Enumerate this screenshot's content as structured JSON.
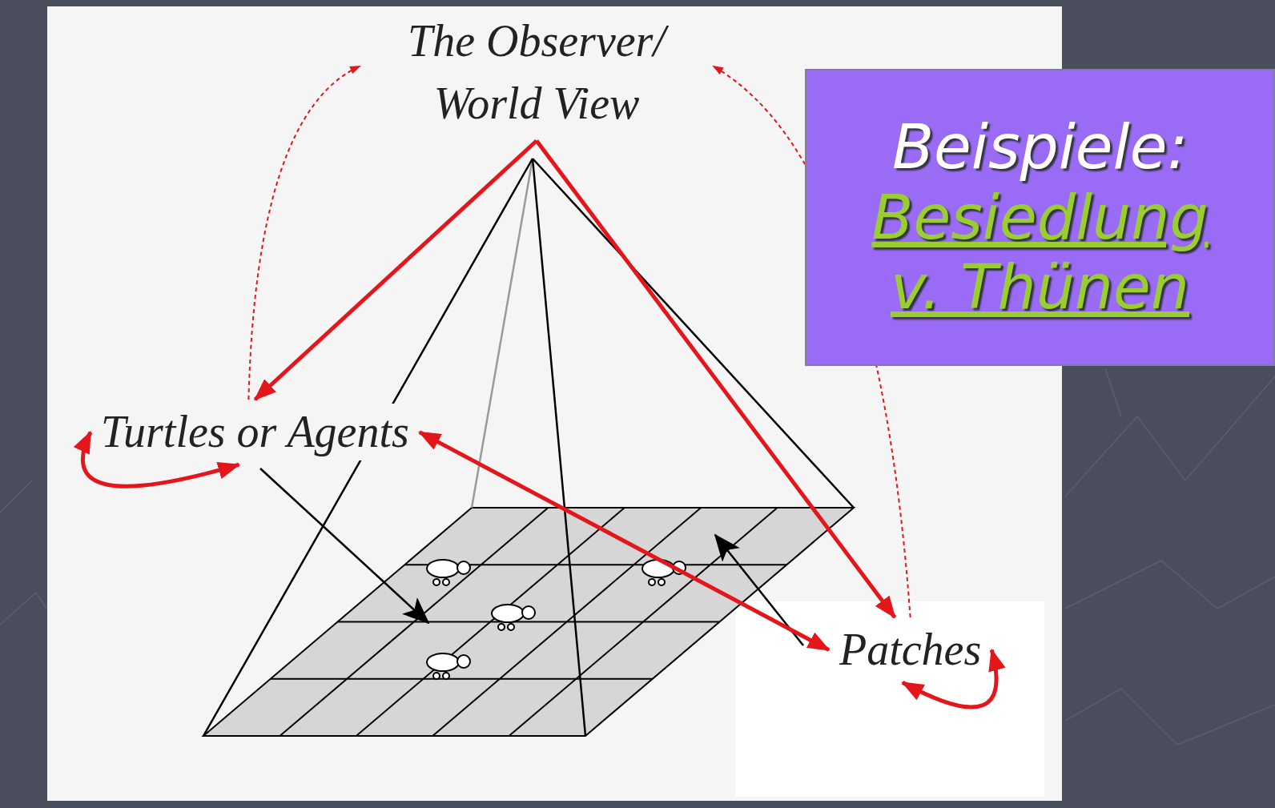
{
  "diagram": {
    "nodes": [
      {
        "text": [
          "The Observer/ World View"
        ]
      },
      {
        "text": [
          "Turtles or Agents"
        ]
      },
      {
        "text": [
          "Patches"
        ]
      },
      {
        "text": [
          "Beispiele:",
          "Besiedlung",
          "v. Thünen"
        ]
      }
    ],
    "edges": [
      {
        "from": 0,
        "to": 1,
        "arrow": "to"
      },
      {
        "from": 0,
        "to": 2,
        "arrow": "to"
      },
      {
        "from": 1,
        "to": 2,
        "arrow": "both"
      },
      {
        "from": 1,
        "to": 0,
        "arrow": "to"
      },
      {
        "from": 2,
        "to": 0,
        "arrow": "to"
      },
      {
        "from": 1,
        "to": 1,
        "arrow": "both"
      },
      {
        "from": 2,
        "to": 2,
        "arrow": "both"
      }
    ]
  }
}
